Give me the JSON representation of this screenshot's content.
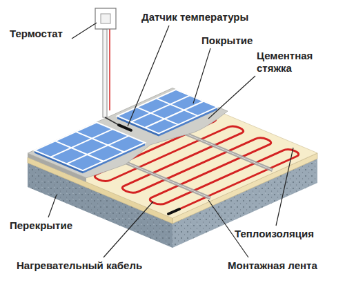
{
  "diagram": {
    "labels": [
      "Термостат",
      "Датчик температуры",
      "Покрытие",
      "Цементная стяжка",
      "Перекрытие",
      "Теплоизоляция",
      "Нагревательный кабель",
      "Монтажная лента"
    ]
  }
}
